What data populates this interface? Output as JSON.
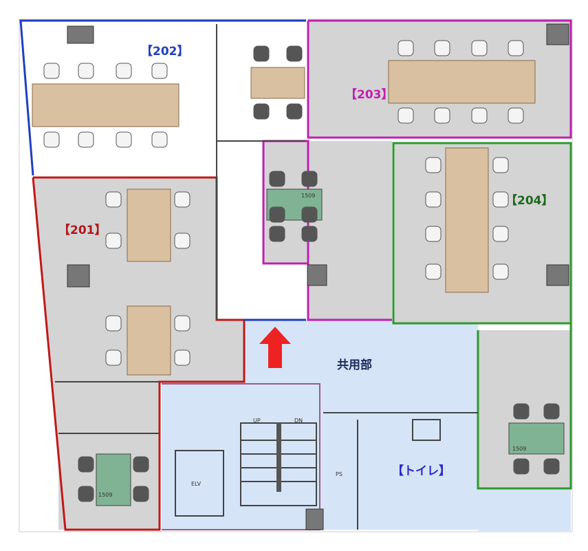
{
  "rooms": {
    "r202": {
      "label": "【202】",
      "color": "#1f3fbf"
    },
    "r203": {
      "label": "【203】",
      "color": "#c020b0"
    },
    "r201": {
      "label": "【201】",
      "color": "#b01818"
    },
    "r204": {
      "label": "【204】",
      "color": "#1d6a1d"
    },
    "common": {
      "label": "共用部",
      "color": "#1a2a5a"
    },
    "toilet": {
      "label": "【トイレ】",
      "color": "#2a2ad0"
    }
  },
  "fixtures": {
    "elevator": "ELV",
    "stairs_up": "UP",
    "stairs_down": "DN",
    "ps": "PS",
    "meeting_table_1": "1509",
    "meeting_table_2": "1509",
    "meeting_table_3": "1509"
  },
  "colors": {
    "arrow": "#ee2222",
    "common_fill": "#d6e4f7",
    "office_fill": "#d9d9d9",
    "desk": "#d8c0a0",
    "meeting_table": "#7fb394"
  }
}
